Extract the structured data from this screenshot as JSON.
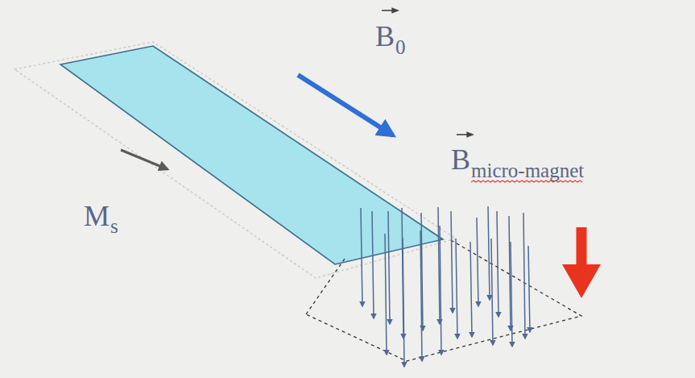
{
  "diagram": {
    "labels": [
      "B",
      "0",
      "M",
      "s",
      "B",
      "micro-magnet"
    ]
  }
}
